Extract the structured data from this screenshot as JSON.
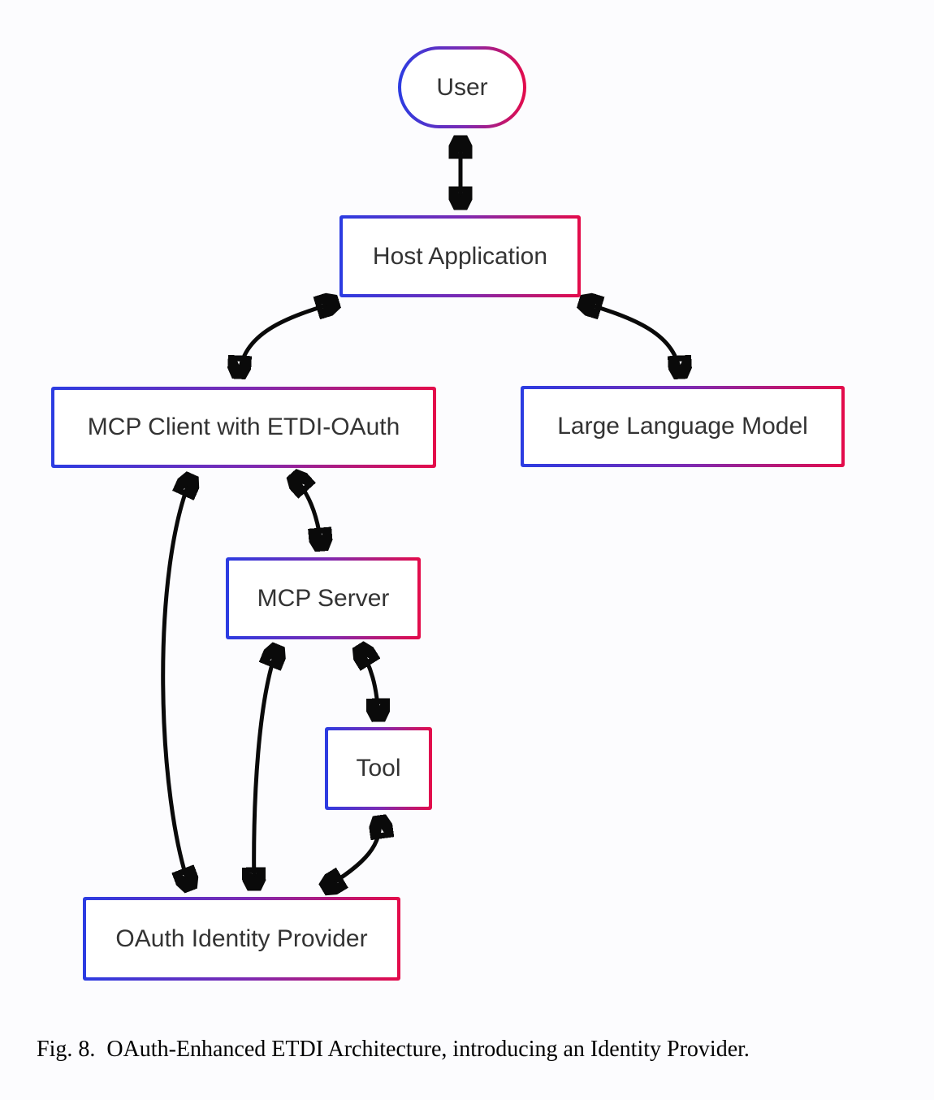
{
  "figure": {
    "caption": {
      "fig_label": "Fig. 8.",
      "text": "OAuth-Enhanced ETDI Architecture, introducing an Identity Provider."
    },
    "diagram": {
      "nodes": {
        "user": {
          "label": "User",
          "shape": "stadium"
        },
        "host": {
          "label": "Host Application",
          "shape": "rect"
        },
        "client": {
          "label": "MCP Client with ETDI-OAuth",
          "shape": "rect"
        },
        "llm": {
          "label": "Large Language Model",
          "shape": "rect"
        },
        "server": {
          "label": "MCP Server",
          "shape": "rect"
        },
        "tool": {
          "label": "Tool",
          "shape": "rect"
        },
        "idp": {
          "label": "OAuth Identity Provider",
          "shape": "rect"
        }
      },
      "edges": [
        {
          "from": "user",
          "to": "host",
          "style": "bidirectional"
        },
        {
          "from": "host",
          "to": "client",
          "style": "bidirectional"
        },
        {
          "from": "host",
          "to": "llm",
          "style": "bidirectional"
        },
        {
          "from": "client",
          "to": "server",
          "style": "bidirectional"
        },
        {
          "from": "client",
          "to": "idp",
          "style": "bidirectional"
        },
        {
          "from": "server",
          "to": "idp",
          "style": "bidirectional"
        },
        {
          "from": "server",
          "to": "tool",
          "style": "bidirectional"
        },
        {
          "from": "tool",
          "to": "idp",
          "style": "bidirectional"
        }
      ],
      "colors": {
        "border_gradient_start": "#2b3ce2",
        "border_gradient_mid": "#7d2ab2",
        "border_gradient_end": "#e40b4a",
        "node_fill": "#ffffff",
        "label_text": "#333333",
        "arrow": "#0a0a0a"
      }
    }
  }
}
